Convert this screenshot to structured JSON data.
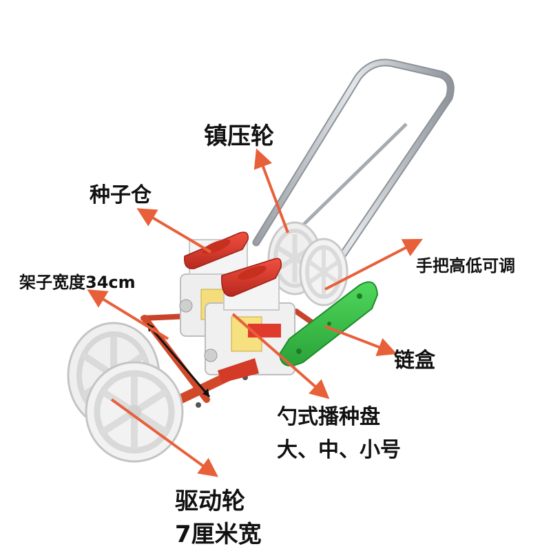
{
  "labels": {
    "press_wheel": "镇压轮",
    "seed_box": "种子仓",
    "handle": "手把高低可调",
    "frame_width": "架子宽度34cm",
    "chain_box": "链盒",
    "spoon_disc_line1": "勺式播种盘",
    "spoon_disc_line2": "大、中、小号",
    "drive_wheel_line1": "驱动轮",
    "drive_wheel_line2": "7厘米宽"
  },
  "colors": {
    "arrow": "#e8603a",
    "frame": "#d2492a",
    "chain_box": "#3cc24a",
    "wheel": "#ececec",
    "handle": "#c0c4c8",
    "hopper": "#e03a2c"
  }
}
